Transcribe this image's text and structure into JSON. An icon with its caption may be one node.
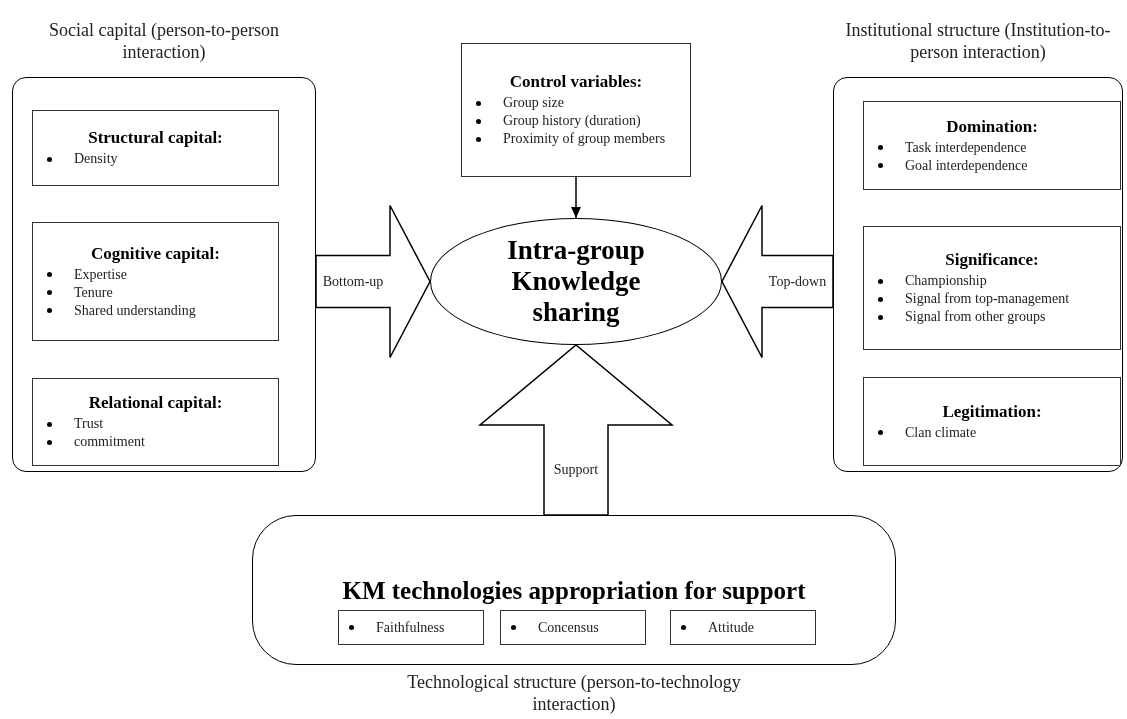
{
  "diagram": {
    "nodes": [
      {
        "text": [
          "Social capital (person-to-person interaction)"
        ]
      },
      {
        "text": [
          "Structural capital:",
          "Density"
        ],
        "in": 0
      },
      {
        "text": [
          "Cognitive capital:",
          "Expertise",
          "Tenure",
          "Shared understanding"
        ],
        "in": 0
      },
      {
        "text": [
          "Relational capital:",
          "Trust",
          "commitment"
        ],
        "in": 0
      },
      {
        "text": [
          "Control variables:",
          "Group size",
          "Group history (duration)",
          "Proximity of group members"
        ]
      },
      {
        "text": [
          "Intra-group Knowledge sharing"
        ]
      },
      {
        "text": [
          "Institutional structure (Institution-to-person interaction)"
        ]
      },
      {
        "text": [
          "Domination:",
          "Task interdependence",
          "Goal interdependence"
        ],
        "in": 6
      },
      {
        "text": [
          "Significance:",
          "Championship",
          "Signal from top-management",
          "Signal from other groups"
        ],
        "in": 6
      },
      {
        "text": [
          "Legitimation:",
          "Clan climate"
        ],
        "in": 6
      },
      {
        "text": [
          "KM technologies appropriation for support"
        ],
        "beside": [
          "Technological structure (person-to-technology interaction)"
        ]
      },
      {
        "text": [
          "Faithfulness"
        ],
        "in": 10
      },
      {
        "text": [
          "Concensus"
        ],
        "in": 10
      },
      {
        "text": [
          "Attitude"
        ],
        "in": 10
      }
    ],
    "edges": [
      {
        "from": 4,
        "to": 5,
        "arrow": "to"
      },
      {
        "from": 0,
        "to": 5,
        "arrow": "to",
        "label": "Bottom-up",
        "style": "thick"
      },
      {
        "from": 6,
        "to": 5,
        "arrow": "to",
        "label": "Top-down",
        "style": "thick"
      },
      {
        "from": 10,
        "to": 5,
        "arrow": "to",
        "label": "Support",
        "style": "thick"
      }
    ]
  }
}
